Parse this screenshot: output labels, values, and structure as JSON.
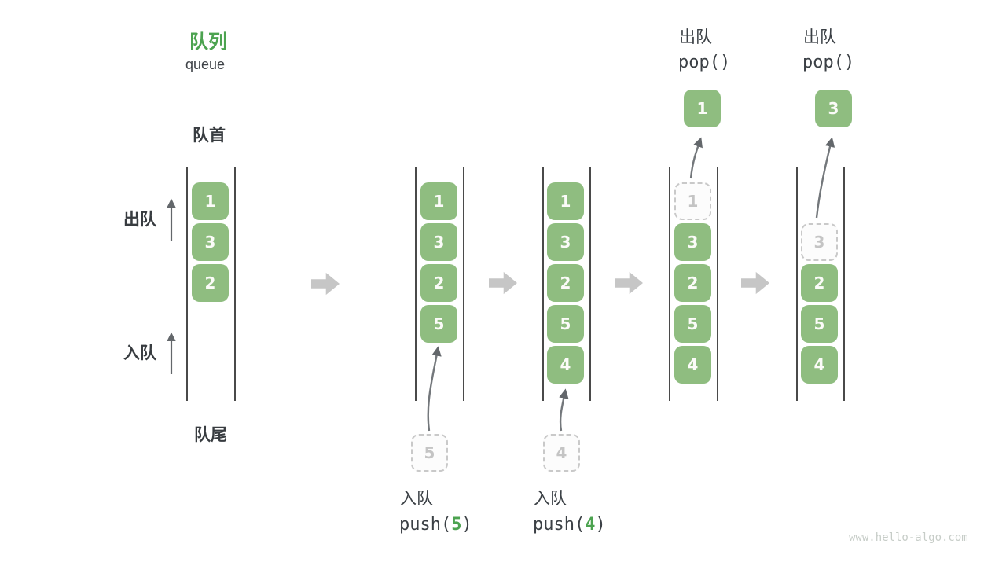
{
  "title": {
    "zh": "队列",
    "en": "queue"
  },
  "labels": {
    "front": "队首",
    "rear": "队尾",
    "dequeue_side": "出队",
    "enqueue_side": "入队"
  },
  "columns": [
    {
      "slots": [
        {
          "value": "1"
        },
        {
          "value": "3"
        },
        {
          "value": "2"
        }
      ]
    },
    {
      "slots": [
        {
          "value": "1"
        },
        {
          "value": "3"
        },
        {
          "value": "2"
        },
        {
          "value": "5"
        }
      ]
    },
    {
      "slots": [
        {
          "value": "1"
        },
        {
          "value": "3"
        },
        {
          "value": "2"
        },
        {
          "value": "5"
        },
        {
          "value": "4"
        }
      ]
    },
    {
      "slots": [
        {
          "value": "1",
          "state": "popped-placeholder"
        },
        {
          "value": "3"
        },
        {
          "value": "2"
        },
        {
          "value": "5"
        },
        {
          "value": "4"
        }
      ]
    },
    {
      "slots": [
        {
          "value": "3",
          "state": "popped-placeholder"
        },
        {
          "value": "2"
        },
        {
          "value": "5"
        },
        {
          "value": "4"
        }
      ]
    }
  ],
  "pop_ops": [
    {
      "label": "出队",
      "code": "pop()",
      "popped_value": "1"
    },
    {
      "label": "出队",
      "code": "pop()",
      "popped_value": "3"
    }
  ],
  "push_ops": [
    {
      "label": "入队",
      "code_open": "push(",
      "arg": "5",
      "code_close": ")",
      "staged_value": "5"
    },
    {
      "label": "入队",
      "code_open": "push(",
      "arg": "4",
      "code_close": ")",
      "staged_value": "4"
    }
  ],
  "watermark": "www.hello-algo.com",
  "colors": {
    "box_green": "#8fbd80",
    "accent_green": "#4ca350",
    "text_dark": "#3b4045",
    "muted_gray": "#c6c6c6",
    "arrow_gray": "#63676b"
  }
}
